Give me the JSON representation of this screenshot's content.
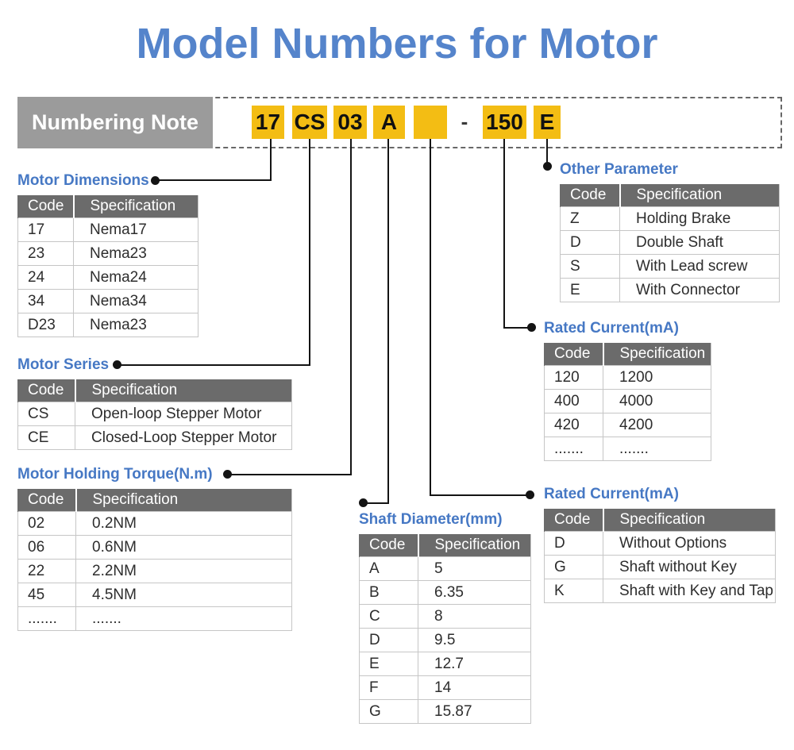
{
  "title": "Model Numbers for Motor",
  "numbering": {
    "label": "Numbering Note",
    "separator": "-",
    "segments": [
      "17",
      "CS",
      "03",
      "A",
      "",
      "150",
      "E"
    ]
  },
  "sections": [
    {
      "title": "Motor Dimensions",
      "headers": [
        "Code",
        "Specification"
      ],
      "rows": [
        [
          "17",
          "Nema17"
        ],
        [
          "23",
          "Nema23"
        ],
        [
          "24",
          "Nema24"
        ],
        [
          "34",
          "Nema34"
        ],
        [
          "D23",
          "Nema23"
        ]
      ]
    },
    {
      "title": "Motor Series",
      "headers": [
        "Code",
        "Specification"
      ],
      "rows": [
        [
          "CS",
          "Open-loop Stepper Motor"
        ],
        [
          "CE",
          "Closed-Loop Stepper Motor"
        ]
      ]
    },
    {
      "title": "Motor Holding Torque(N.m)",
      "headers": [
        "Code",
        "Specification"
      ],
      "rows": [
        [
          "02",
          "0.2NM"
        ],
        [
          "06",
          "0.6NM"
        ],
        [
          "22",
          "2.2NM"
        ],
        [
          "45",
          "4.5NM"
        ],
        [
          ".......",
          "......."
        ]
      ]
    },
    {
      "title": "Other Parameter",
      "headers": [
        "Code",
        "Specification"
      ],
      "rows": [
        [
          "Z",
          "Holding Brake"
        ],
        [
          "D",
          "Double Shaft"
        ],
        [
          "S",
          "With Lead screw"
        ],
        [
          "E",
          "With Connector"
        ]
      ]
    },
    {
      "title": "Rated Current(mA)",
      "headers": [
        "Code",
        "Specification"
      ],
      "rows": [
        [
          "120",
          "1200"
        ],
        [
          "400",
          "4000"
        ],
        [
          "420",
          "4200"
        ],
        [
          ".......",
          "......."
        ]
      ]
    },
    {
      "title": "Shaft Diameter(mm)",
      "headers": [
        "Code",
        "Specification"
      ],
      "rows": [
        [
          "A",
          "5"
        ],
        [
          "B",
          "6.35"
        ],
        [
          "C",
          "8"
        ],
        [
          "D",
          "9.5"
        ],
        [
          "E",
          "12.7"
        ],
        [
          "F",
          "14"
        ],
        [
          "G",
          "15.87"
        ]
      ]
    },
    {
      "title": "Rated Current(mA)",
      "headers": [
        "Code",
        "Specification"
      ],
      "rows": [
        [
          "D",
          "Without Options"
        ],
        [
          "G",
          "Shaft without Key"
        ],
        [
          "K",
          "Shaft with Key and Tap"
        ]
      ]
    }
  ],
  "colors": {
    "title_blue": "#5584CB",
    "section_blue": "#4678C4",
    "code_yellow": "#F3BD14",
    "note_gray": "#9B9B9B",
    "header_gray": "#6B6B6B"
  }
}
